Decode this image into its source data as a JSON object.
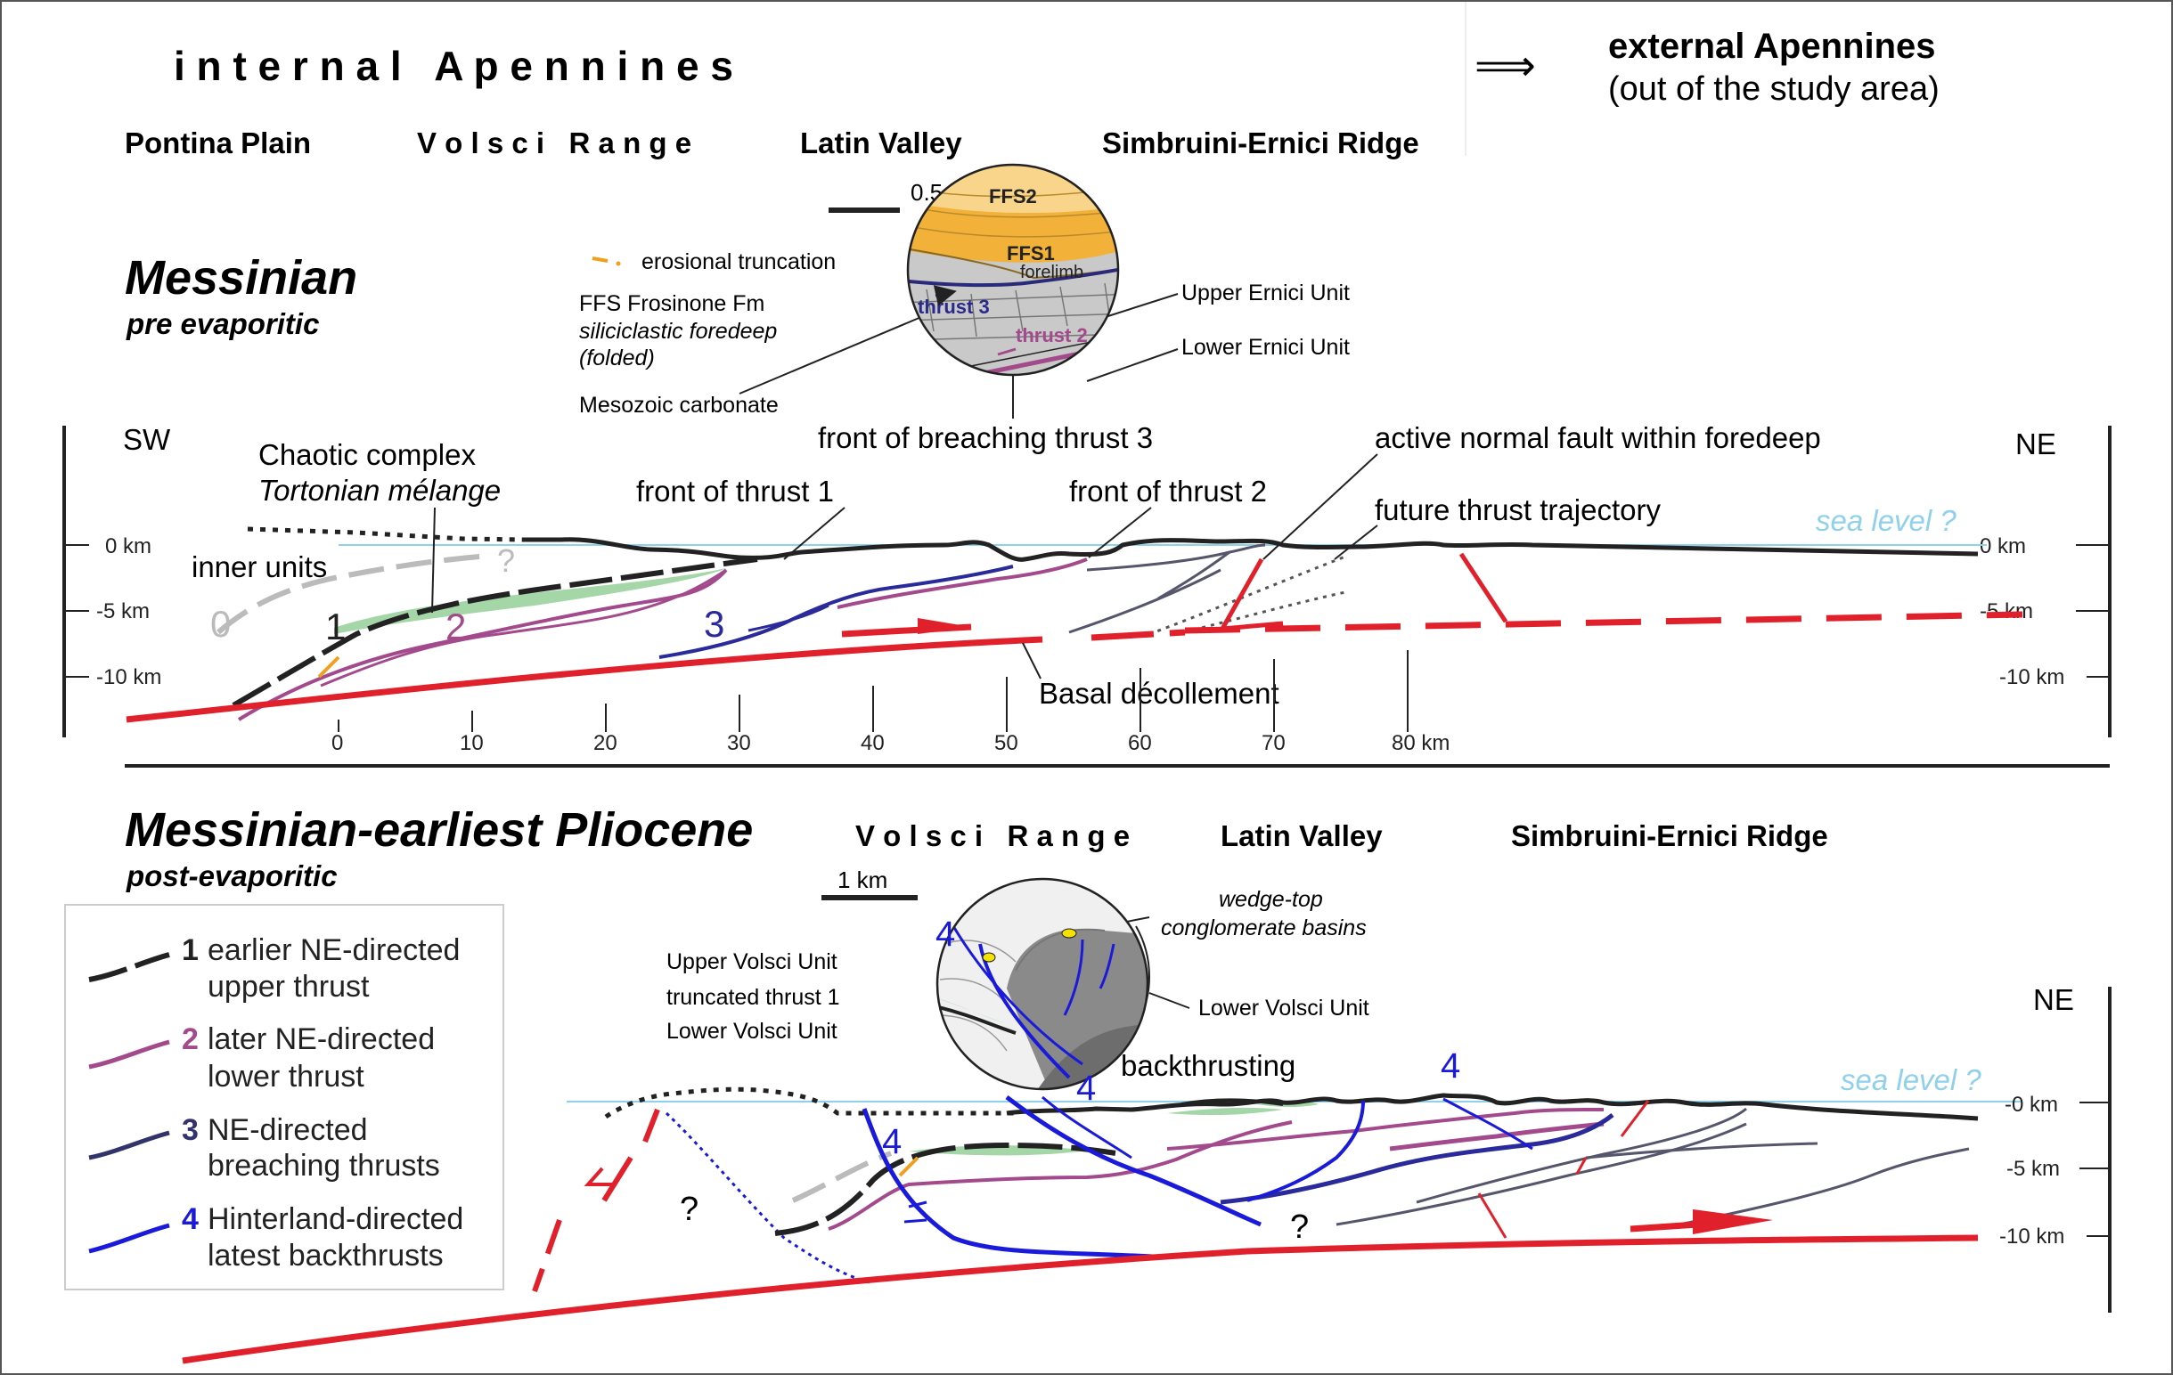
{
  "header": {
    "internal_title": "i n t e r n a l   A p e n n i n e s",
    "arrow": "⟹",
    "external_title": "external Apennines",
    "external_sub": "(out of the study area)",
    "regions": [
      "Pontina Plain",
      "V o l s c i   R a n g e",
      "Latin Valley",
      "Simbruini-Ernici Ridge"
    ]
  },
  "top_section": {
    "title": "Messinian",
    "subtitle": "pre evaporitic",
    "sw": "SW",
    "ne": "NE",
    "sea_level": "sea level ?",
    "depth_left": [
      "0 km",
      "-5 km",
      "-10 km"
    ],
    "depth_right": [
      "0 km",
      "-5 km",
      "-10 km"
    ],
    "distance_ticks": [
      "0",
      "10",
      "20",
      "30",
      "40",
      "50",
      "60",
      "70",
      "80 km"
    ],
    "labels": {
      "chaotic1": "Chaotic complex",
      "chaotic2": "Tortonian mélange",
      "inner_units": "inner units",
      "q": "?",
      "front_thrust1": "front of thrust 1",
      "front_breaching": "front of breaching thrust 3",
      "front_thrust2": "front of thrust 2",
      "normal_fault": "active normal fault within foredeep",
      "future_thrust": "future thrust trajectory",
      "basal": "Basal décollement",
      "n0": "0",
      "n1": "1",
      "n2": "2",
      "n3": "3"
    },
    "inset": {
      "scale": "0.5 km",
      "erosion": "erosional truncation",
      "ffs_line1": "FFS Frosinone Fm",
      "ffs_line2": "siliciclastic foredeep",
      "ffs_line3": "(folded)",
      "mesozoic": "Mesozoic carbonate",
      "upper_ernici": "Upper Ernici Unit",
      "lower_ernici": "Lower Ernici Unit",
      "ffs2": "FFS2",
      "ffs1": "FFS1",
      "forelimb": "forelimb",
      "thrust3": "thrust 3",
      "thrust2": "thrust 2"
    }
  },
  "bottom_section": {
    "title": "Messinian-earliest Pliocene",
    "subtitle": "post-evaporitic",
    "regions": [
      "V o l s c i   R a n g e",
      "Latin Valley",
      "Simbruini-Ernici Ridge"
    ],
    "ne": "NE",
    "sea_level": "sea level ?",
    "depth_right": [
      "-0 km",
      "-5 km",
      "-10 km"
    ],
    "backthrusting": "backthrusting",
    "q": "?",
    "n4": "4",
    "inset": {
      "scale": "1 km",
      "wedge1": "wedge-top",
      "wedge2": "conglomerate basins",
      "upper_volsci": "Upper Volsci Unit",
      "truncated": "truncated thrust 1",
      "lower_volsci_left": "Lower Volsci Unit",
      "lower_volsci_right": "Lower Volsci Unit",
      "n4": "4"
    }
  },
  "legend": {
    "items": [
      {
        "num": "1",
        "line1": "earlier NE-directed",
        "line2": "upper thrust",
        "color": "#222222"
      },
      {
        "num": "2",
        "line1": "later NE-directed",
        "line2": "lower thrust",
        "color": "#a24a8c"
      },
      {
        "num": "3",
        "line1": "NE-directed",
        "line2": "breaching thrusts",
        "color": "#33336b"
      },
      {
        "num": "4",
        "line1": "Hinterland-directed",
        "line2": "latest backthrusts",
        "color": "#1a1adb"
      }
    ]
  },
  "colors": {
    "decollement": "#e0202a",
    "sea": "#8fd0ea",
    "green_melange": "#a5d6a7",
    "thrust_black": "#222222",
    "thrust_purple": "#a24a8c",
    "thrust_navy": "#2a2a9a",
    "thrust_blue": "#1a1adb",
    "orange": "#f0a020"
  }
}
